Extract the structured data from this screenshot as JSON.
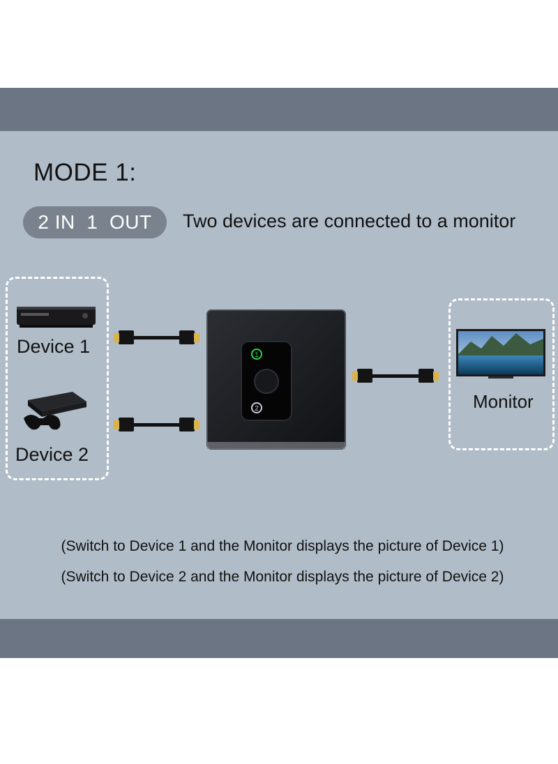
{
  "header": {
    "mode_title": "MODE 1:",
    "mode_badge": "2 IN  1  OUT",
    "mode_description": "Two devices are connected to a monitor"
  },
  "inputs": {
    "device1_label": "Device 1",
    "device2_label": "Device 2"
  },
  "output": {
    "monitor_label": "Monitor"
  },
  "switch": {
    "port1_marker": "1",
    "port2_marker": "2",
    "indicator_color": "#2fd14a"
  },
  "notes": [
    "(Switch to Device 1 and the Monitor displays the picture of Device 1)",
    "(Switch to Device 2 and the Monitor displays the picture of Device 2)"
  ]
}
